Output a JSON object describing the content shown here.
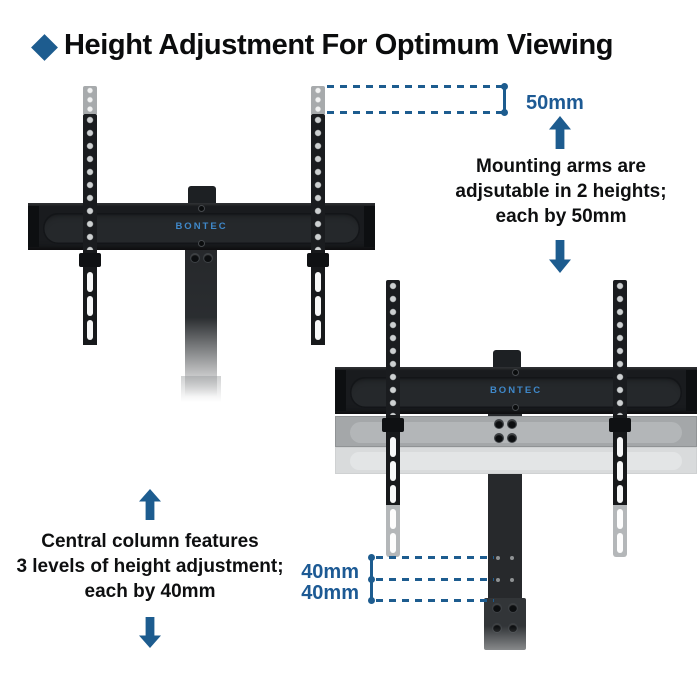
{
  "colors": {
    "accent": "#1D5C8F",
    "label_blue": "#1D5A94",
    "logo_blue": "#3F88C9",
    "title_text": "#0B0C0D"
  },
  "header": {
    "bullet_icon": "diamond",
    "title": "Height Adjustment For Optimum Viewing"
  },
  "brand": "BONTEC",
  "annotations": {
    "arm_measure": "50mm",
    "col_measure_1": "40mm",
    "col_measure_2": "40mm",
    "arms_note": [
      "Mounting arms are",
      "adjsutable in 2 heights;",
      "each by 50mm"
    ],
    "column_note": [
      "Central column features",
      "3 levels of height adjustment;",
      "each by 40mm"
    ],
    "icons": [
      "up-arrow",
      "down-arrow"
    ]
  }
}
